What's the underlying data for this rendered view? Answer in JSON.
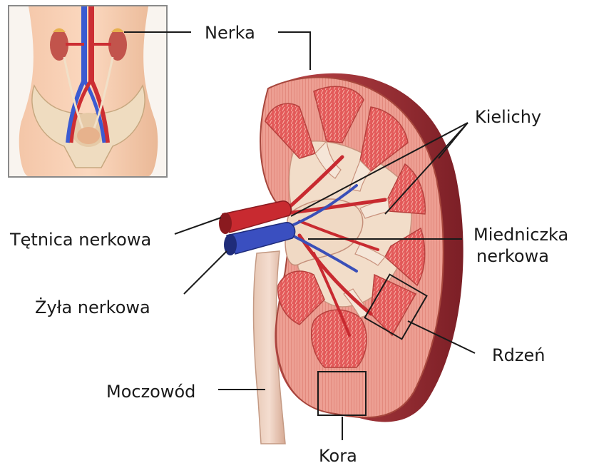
{
  "labels": {
    "nerka": "Nerka",
    "kielichy": "Kielichy",
    "tetnica": "Tętnica nerkowa",
    "miedniczka_line1": "Miedniczka",
    "miedniczka_line2": "nerkowa",
    "zyla": "Żyła nerkowa",
    "rdzen": "Rdzeń",
    "moczowod": "Moczowód",
    "kora": "Kora"
  }
}
